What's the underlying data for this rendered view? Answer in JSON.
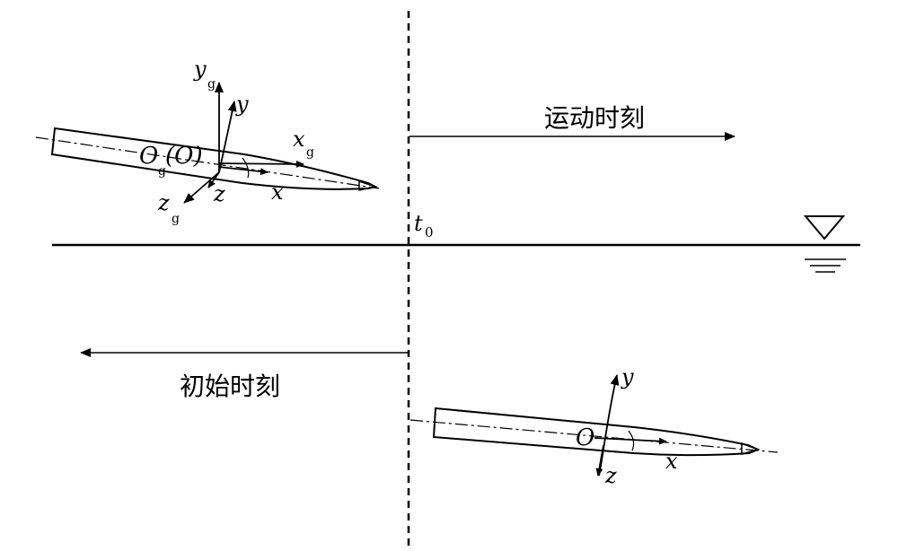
{
  "labels": {
    "moving_time": "运动时刻",
    "initial_time": "初始时刻",
    "t0_main": "t",
    "t0_sub": "0"
  },
  "upper_body": {
    "origin_main": "O",
    "origin_sub": "g",
    "origin_paren": "(O)",
    "xg_main": "x",
    "xg_sub": "g",
    "yg_main": "y",
    "yg_sub": "g",
    "zg_main": "z",
    "zg_sub": "g",
    "x": "x",
    "y": "y",
    "z": "z"
  },
  "lower_body": {
    "origin": "O",
    "x": "x",
    "y": "y",
    "z": "z"
  },
  "colors": {
    "ink": "#000000",
    "background": "#ffffff"
  }
}
